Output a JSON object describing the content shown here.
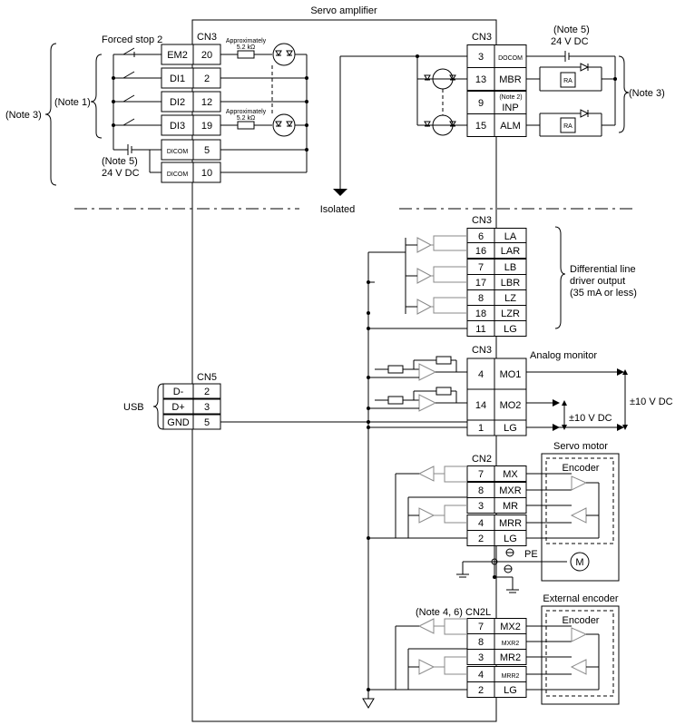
{
  "title": "Servo amplifier",
  "labels": {
    "forced_stop": "Forced stop 2",
    "note1": "(Note 1)",
    "note3_left": "(Note 3)",
    "note3_right": "(Note 3)",
    "note5_left": "(Note 5)",
    "v24_left": "24 V DC",
    "note5_right": "(Note 5)",
    "v24_right": "24 V DC",
    "approx1": "Approximately",
    "approx1_val": "5.2 kΩ",
    "approx2": "Approximately",
    "approx2_val": "5.2 kΩ",
    "isolated": "Isolated",
    "diff_output": [
      "Differential line",
      "driver output",
      "(35 mA or less)"
    ],
    "analog_monitor": "Analog monitor",
    "pm10_mo1": "±10 V DC",
    "pm10_mo2": "±10 V DC",
    "usb": "USB",
    "servo_motor": "Servo motor",
    "encoder": "Encoder",
    "external_encoder": "External encoder",
    "encoder2": "Encoder",
    "pe": "PE",
    "motor_symbol": "M",
    "note46": "(Note 4, 6) CN2L",
    "note2": "(Note 2)",
    "ra": "RA"
  },
  "connectors": {
    "cn3_left": "CN3",
    "cn3_right_top": "CN3",
    "cn3_enc": "CN3",
    "cn3_analog": "CN3",
    "cn5": "CN5",
    "cn2": "CN2"
  },
  "cn3_inputs": [
    {
      "name": "EM2",
      "pin": "20"
    },
    {
      "name": "DI1",
      "pin": "2"
    },
    {
      "name": "DI2",
      "pin": "12"
    },
    {
      "name": "DI3",
      "pin": "19"
    },
    {
      "name": "DICOM",
      "pin": "5"
    },
    {
      "name": "DICOM",
      "pin": "10"
    }
  ],
  "cn3_outputs": [
    {
      "pin": "3",
      "name": "DOCOM"
    },
    {
      "pin": "13",
      "name": "MBR"
    },
    {
      "pin": "9",
      "name": "INP"
    },
    {
      "pin": "15",
      "name": "ALM"
    }
  ],
  "cn3_encoder": [
    {
      "pin": "6",
      "name": "LA"
    },
    {
      "pin": "16",
      "name": "LAR"
    },
    {
      "pin": "7",
      "name": "LB"
    },
    {
      "pin": "17",
      "name": "LBR"
    },
    {
      "pin": "8",
      "name": "LZ"
    },
    {
      "pin": "18",
      "name": "LZR"
    },
    {
      "pin": "11",
      "name": "LG"
    }
  ],
  "cn3_analog": [
    {
      "pin": "4",
      "name": "MO1"
    },
    {
      "pin": "14",
      "name": "MO2"
    },
    {
      "pin": "1",
      "name": "LG"
    }
  ],
  "cn5": [
    {
      "name": "D-",
      "pin": "2"
    },
    {
      "name": "D+",
      "pin": "3"
    },
    {
      "name": "GND",
      "pin": "5"
    }
  ],
  "cn2": [
    {
      "pin": "7",
      "name": "MX"
    },
    {
      "pin": "8",
      "name": "MXR"
    },
    {
      "pin": "3",
      "name": "MR"
    },
    {
      "pin": "4",
      "name": "MRR"
    },
    {
      "pin": "2",
      "name": "LG"
    }
  ],
  "cn2l": [
    {
      "pin": "7",
      "name": "MX2"
    },
    {
      "pin": "8",
      "name": "MXR2"
    },
    {
      "pin": "3",
      "name": "MR2"
    },
    {
      "pin": "4",
      "name": "MRR2"
    },
    {
      "pin": "2",
      "name": "LG"
    }
  ]
}
